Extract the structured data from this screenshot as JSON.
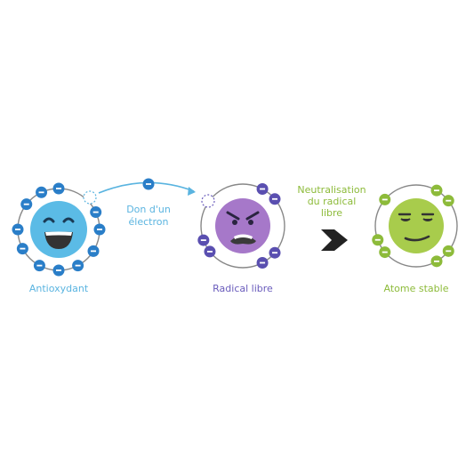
{
  "colors": {
    "orbit": "#888888",
    "antioxidant_face": "#5bbbe6",
    "antioxidant_electron": "#2a7ec8",
    "antioxidant_text": "#5ab4e0",
    "radical_face": "#a678c9",
    "radical_electron": "#5a4fb0",
    "radical_text": "#6a5cbc",
    "stable_face": "#a8cc4c",
    "stable_electron": "#8dbb3a",
    "stable_text": "#8dbb3a",
    "arrow": "#5ab4e0",
    "chevron": "#222222",
    "mouth_dark": "#3a3a3a"
  },
  "labels": {
    "antioxidant": "Antioxydant",
    "radical": "Radical libre",
    "stable": "Atome stable",
    "donation_line1": "Don d'un",
    "donation_line2": "électron",
    "neutral_line1": "Neutralisation",
    "neutral_line2": "du radical",
    "neutral_line3": "libre"
  },
  "electron_symbol": "−"
}
